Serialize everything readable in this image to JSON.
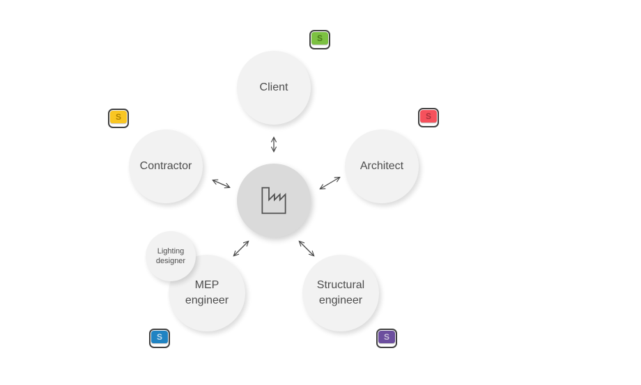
{
  "diagram": {
    "hub": {
      "icon": "factory-icon",
      "icon_stroke": "#4f4f4f",
      "fill": "#dadada"
    },
    "nodes": {
      "client": {
        "label": "Client"
      },
      "contractor": {
        "label": "Contractor"
      },
      "architect": {
        "label": "Architect"
      },
      "mep": {
        "label": "MEP engineer"
      },
      "structural": {
        "label": "Structural engineer"
      },
      "lighting": {
        "label": "Lighting designer"
      }
    },
    "node_fill": "#f2f2f2",
    "text_color": "#4d4d4d",
    "arrow_color": "#4a4a4a",
    "badges": {
      "client": {
        "letter": "S",
        "color": "#7cc142",
        "letter_color": "#4a7c1a"
      },
      "contractor": {
        "letter": "S",
        "color": "#f9c623",
        "letter_color": "#b08200"
      },
      "architect": {
        "letter": "S",
        "color": "#f6515c",
        "letter_color": "#a8323c"
      },
      "mep": {
        "letter": "S",
        "color": "#2083c2",
        "letter_color": "#c3ddee"
      },
      "structural": {
        "letter": "S",
        "color": "#6c4e9e",
        "letter_color": "#c9c0da"
      }
    }
  }
}
